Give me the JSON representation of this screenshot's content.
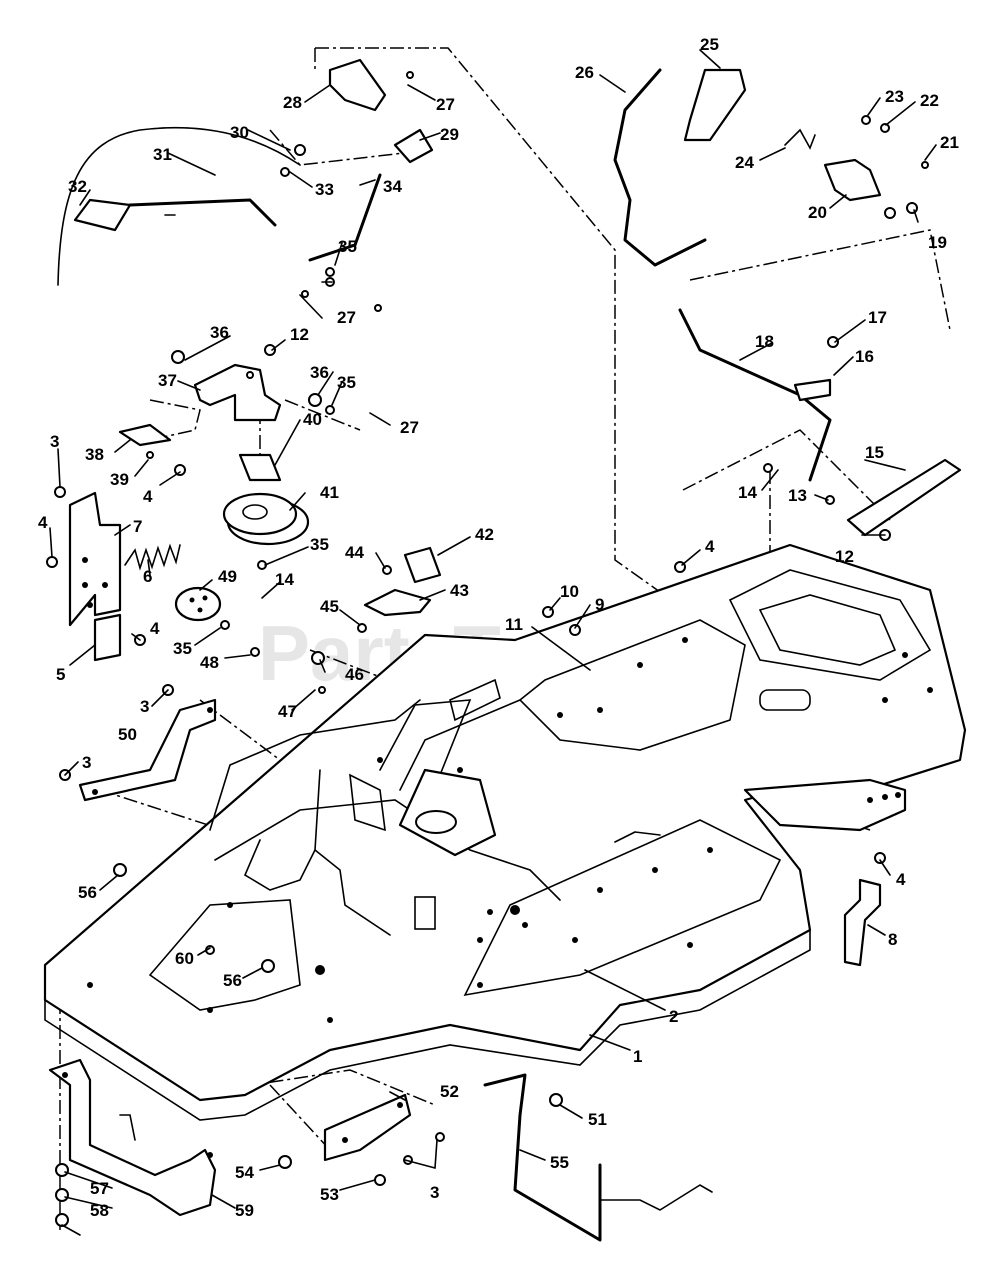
{
  "watermark": "PartsTree",
  "callouts": [
    "1",
    "2",
    "3",
    "4",
    "5",
    "6",
    "7",
    "8",
    "9",
    "10",
    "11",
    "12",
    "13",
    "14",
    "15",
    "16",
    "17",
    "18",
    "19",
    "20",
    "21",
    "22",
    "23",
    "24",
    "25",
    "26",
    "27",
    "28",
    "29",
    "30",
    "31",
    "32",
    "33",
    "34",
    "35",
    "36",
    "37",
    "38",
    "39",
    "40",
    "41",
    "42",
    "43",
    "44",
    "45",
    "46",
    "47",
    "48",
    "49",
    "50",
    "51",
    "52",
    "53",
    "54",
    "55",
    "56",
    "57",
    "58",
    "59",
    "60"
  ]
}
